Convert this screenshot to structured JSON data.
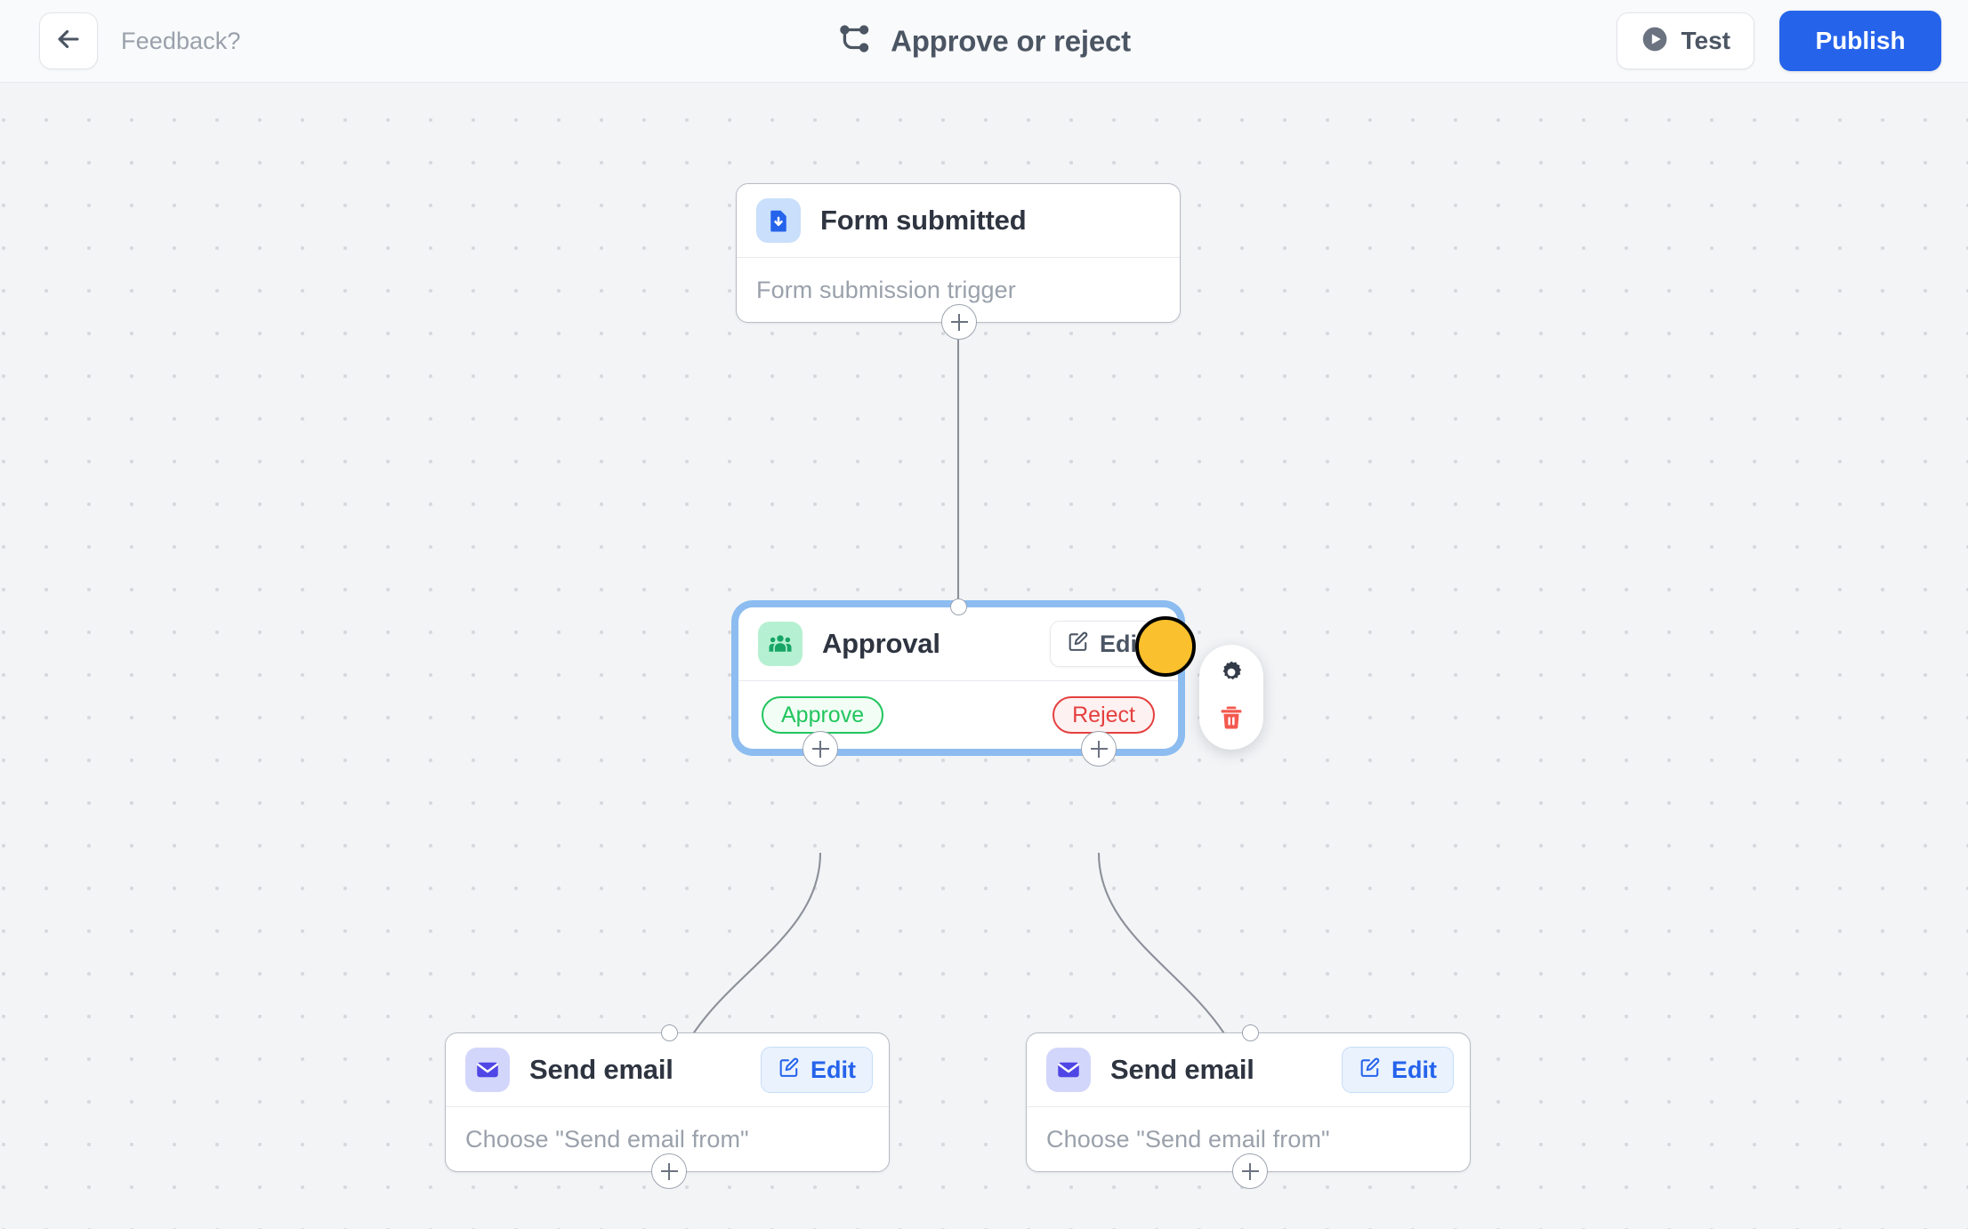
{
  "topbar": {
    "back_icon": "arrow-left-icon",
    "feedback_label": "Feedback?",
    "title_icon": "workflow-branch-icon",
    "title": "Approve or reject",
    "test_icon": "play-circle-icon",
    "test_label": "Test",
    "publish_label": "Publish"
  },
  "canvas": {
    "background_color": "#f2f4f6",
    "dot_color": "#d6d9de",
    "dot_spacing": 48,
    "edge_color": "#8b9099"
  },
  "colors": {
    "accent_blue": "#2563eb",
    "selection_blue": "#8cbcf0",
    "approve_green": "#22c55e",
    "reject_red": "#e4403f",
    "delete_red": "#f4594f",
    "gear_dark": "#343b48",
    "cursor_yellow": "#fbc02d"
  },
  "nodes": [
    {
      "id": "form-submitted",
      "name": "form-submitted-node",
      "icon": "form-download-icon",
      "icon_style": "icon-box-blue",
      "title": "Form submitted",
      "subtitle": "Form submission trigger",
      "has_edit": false,
      "selected": false
    },
    {
      "id": "approval",
      "name": "approval-node",
      "icon": "people-group-icon",
      "icon_style": "icon-box-green",
      "title": "Approval",
      "has_edit": true,
      "edit_label": "Edit",
      "edit_style": "neutral",
      "selected": true,
      "branches": [
        {
          "label": "Approve",
          "style": "pill-approve"
        },
        {
          "label": "Reject",
          "style": "pill-reject"
        }
      ]
    },
    {
      "id": "send-email-approve",
      "name": "send-email-approve-node",
      "icon": "envelope-icon",
      "icon_style": "icon-box-indigo",
      "title": "Send email",
      "subtitle": "Choose \"Send email from\"",
      "has_edit": true,
      "edit_label": "Edit",
      "edit_style": "primary",
      "selected": false
    },
    {
      "id": "send-email-reject",
      "name": "send-email-reject-node",
      "icon": "envelope-icon",
      "icon_style": "icon-box-indigo",
      "title": "Send email",
      "subtitle": "Choose \"Send email from\"",
      "has_edit": true,
      "edit_label": "Edit",
      "edit_style": "primary",
      "selected": false
    }
  ],
  "node_toolbar": {
    "settings_icon": "gear-icon",
    "delete_icon": "trash-icon"
  },
  "edges": [
    {
      "from": "form-submitted",
      "to": "approval",
      "type": "straight"
    },
    {
      "from": "approval-approve",
      "to": "send-email-approve",
      "type": "bezier"
    },
    {
      "from": "approval-reject",
      "to": "send-email-reject",
      "type": "bezier"
    }
  ],
  "cursor": {
    "name": "pointer-highlight",
    "color": "#fbc02d"
  }
}
